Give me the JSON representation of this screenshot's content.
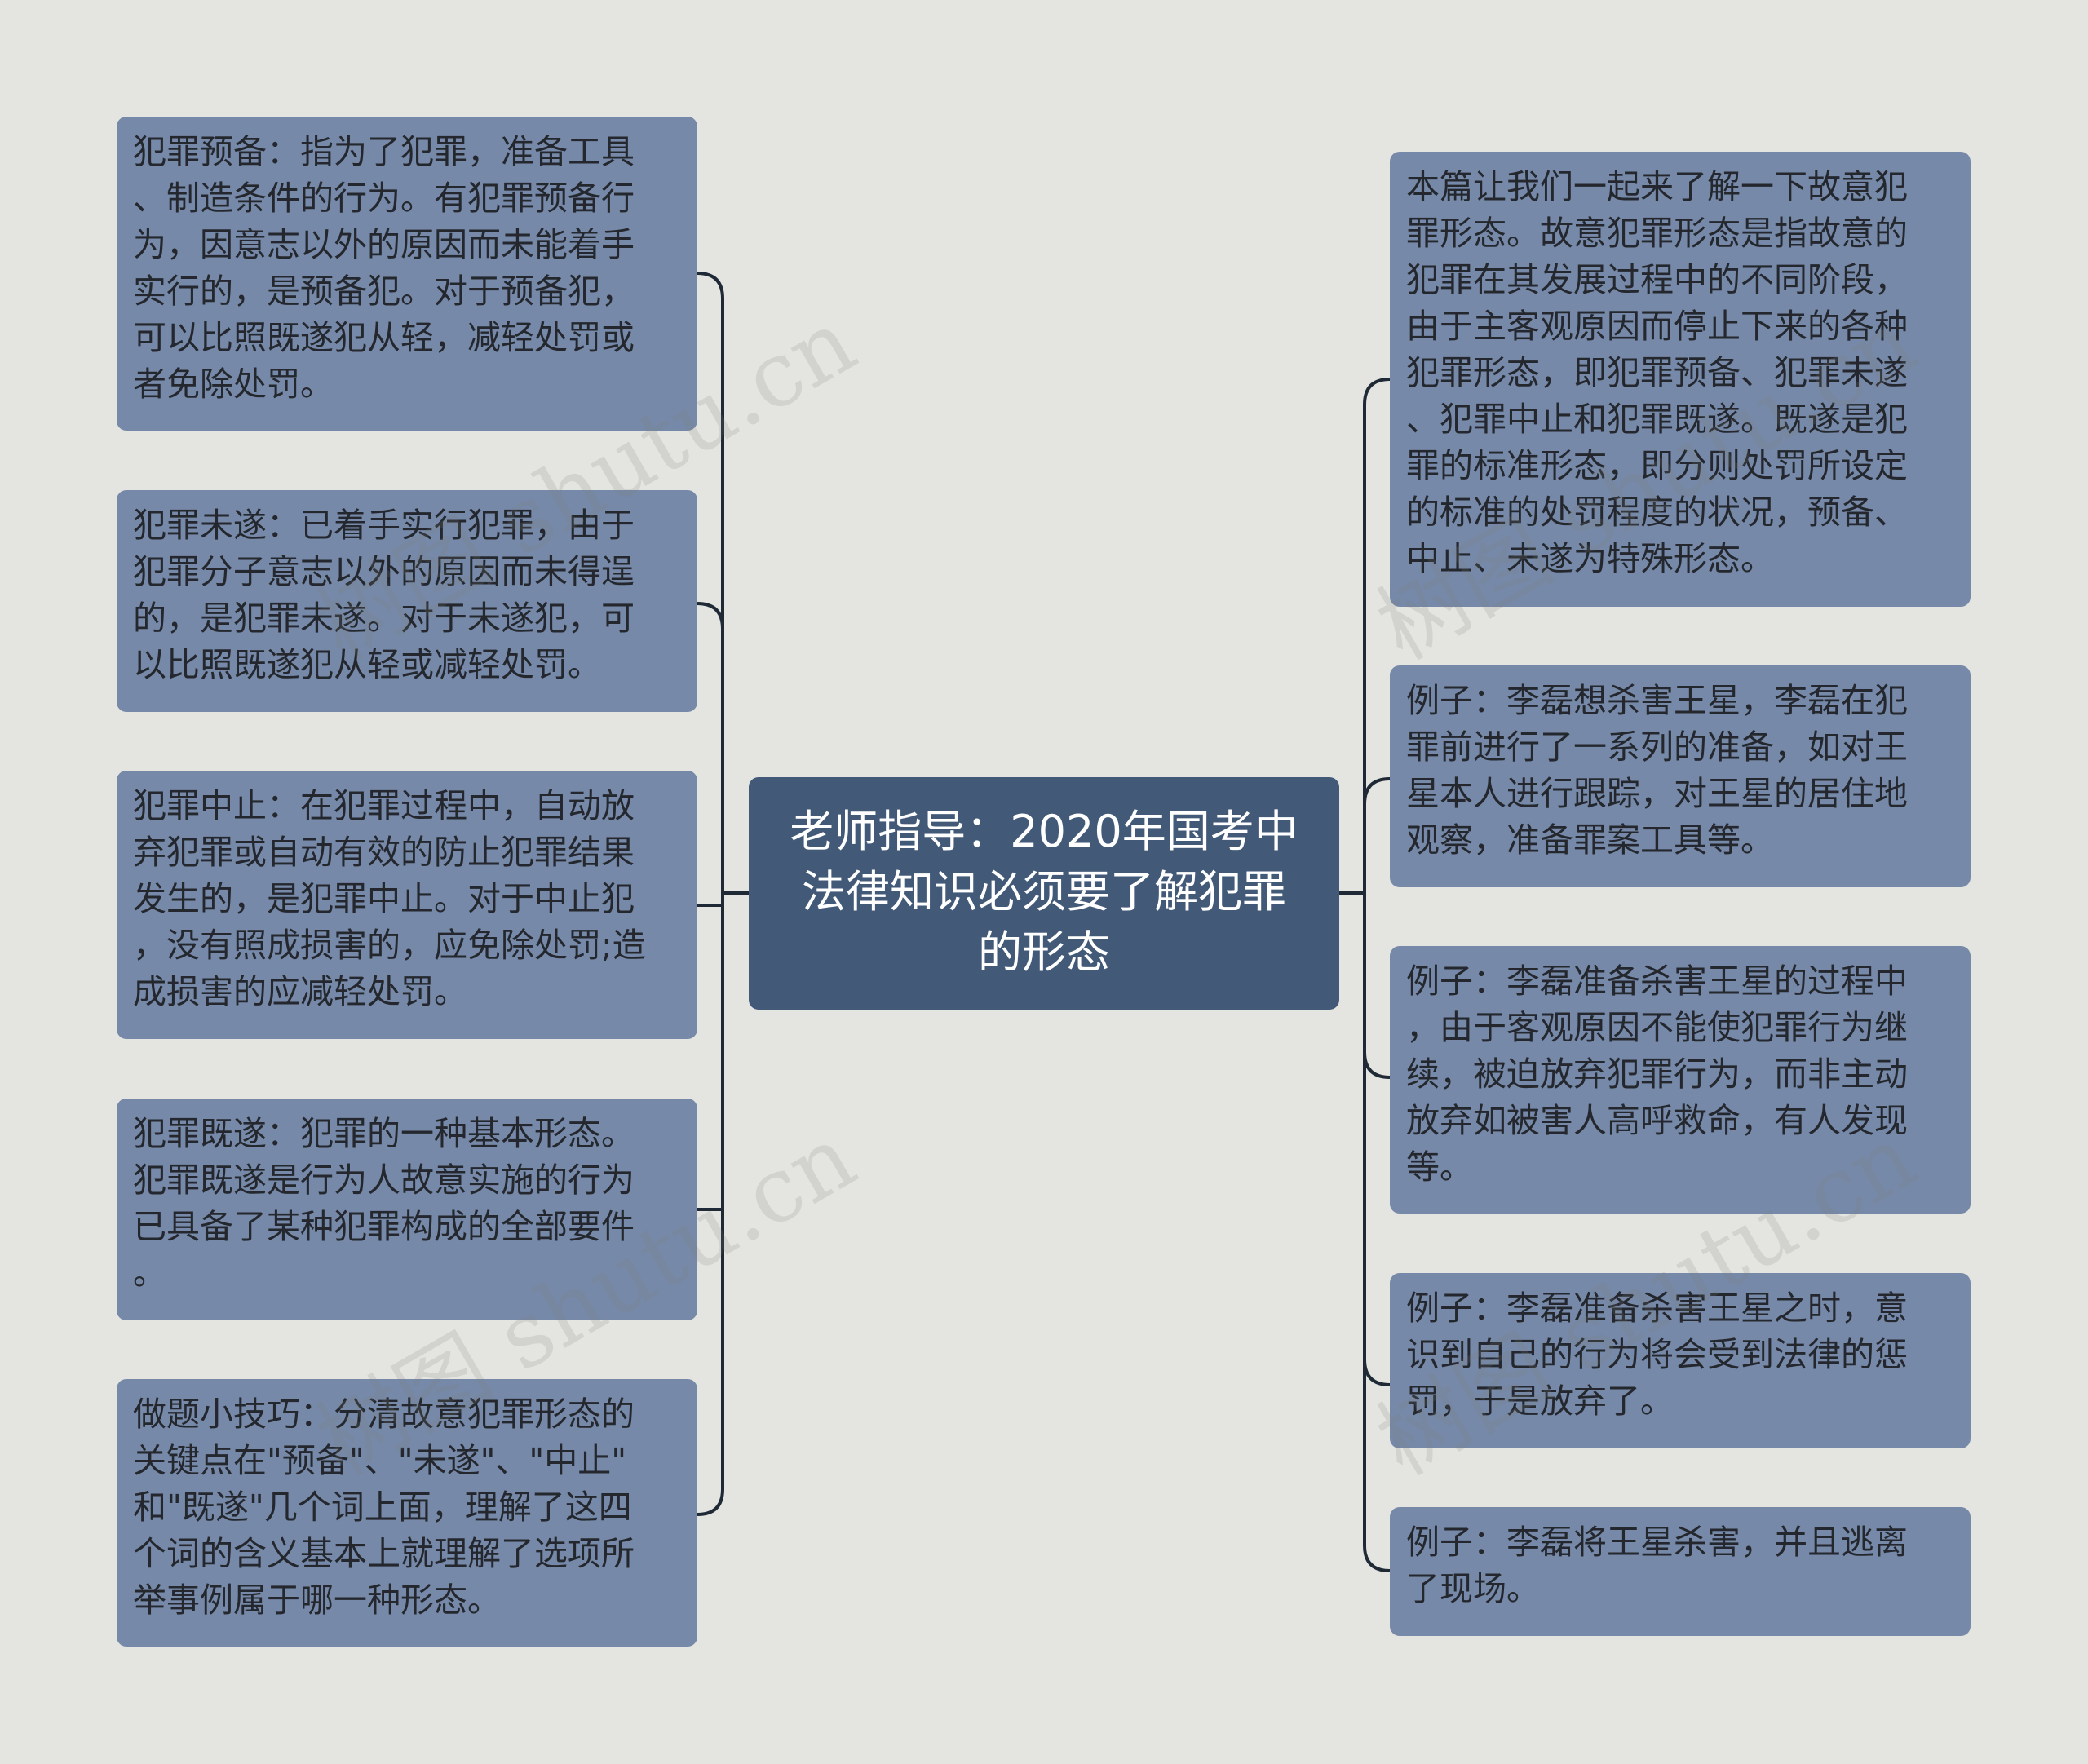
{
  "center": {
    "label": "老师指导：2020年国考中\n法律知识必须要了解犯罪\n的形态"
  },
  "left_nodes": [
    {
      "text": "犯罪预备：指为了犯罪，准备工具\n、制造条件的行为。有犯罪预备行\n为，因意志以外的原因而未能着手\n实行的，是预备犯。对于预备犯，\n可以比照既遂犯从轻，减轻处罚或\n者免除处罚。"
    },
    {
      "text": "犯罪未遂：已着手实行犯罪，由于\n犯罪分子意志以外的原因而未得逞\n的，是犯罪未遂。对于未遂犯，可\n以比照既遂犯从轻或减轻处罚。"
    },
    {
      "text": "犯罪中止：在犯罪过程中，自动放\n弃犯罪或自动有效的防止犯罪结果\n发生的，是犯罪中止。对于中止犯\n，没有照成损害的，应免除处罚;造\n成损害的应减轻处罚。"
    },
    {
      "text": "犯罪既遂：犯罪的一种基本形态。\n犯罪既遂是行为人故意实施的行为\n已具备了某种犯罪构成的全部要件\n。"
    },
    {
      "text": "做题小技巧：分清故意犯罪形态的\n关键点在\"预备\"、\"未遂\"、\"中止\"\n和\"既遂\"几个词上面，理解了这四\n个词的含义基本上就理解了选项所\n举事例属于哪一种形态。"
    }
  ],
  "right_nodes": [
    {
      "text": "本篇让我们一起来了解一下故意犯\n罪形态。故意犯罪形态是指故意的\n犯罪在其发展过程中的不同阶段，\n由于主客观原因而停止下来的各种\n犯罪形态，即犯罪预备、犯罪未遂\n、犯罪中止和犯罪既遂。既遂是犯\n罪的标准形态，即分则处罚所设定\n的标准的处罚程度的状况，预备、\n中止、未遂为特殊形态。"
    },
    {
      "text": "例子：李磊想杀害王星，李磊在犯\n罪前进行了一系列的准备，如对王\n星本人进行跟踪，对王星的居住地\n观察，准备罪案工具等。"
    },
    {
      "text": "例子：李磊准备杀害王星的过程中\n，由于客观原因不能使犯罪行为继\n续，被迫放弃犯罪行为，而非主动\n放弃如被害人高呼救命，有人发现\n等。"
    },
    {
      "text": "例子：李磊准备杀害王星之时，意\n识到自己的行为将会受到法律的惩\n罚，于是放弃了。"
    },
    {
      "text": "例子：李磊将王星杀害，并且逃离\n了现场。"
    }
  ],
  "watermarks": [
    "树图 shutu.cn",
    "树图 shutu.cn",
    "树图 shutu.cn",
    "树图 shutu.cn"
  ],
  "colors": {
    "background": "#e4e5e1",
    "center_fill": "#425a78",
    "node_fill": "#7689a8",
    "connector": "#1f2a36"
  }
}
